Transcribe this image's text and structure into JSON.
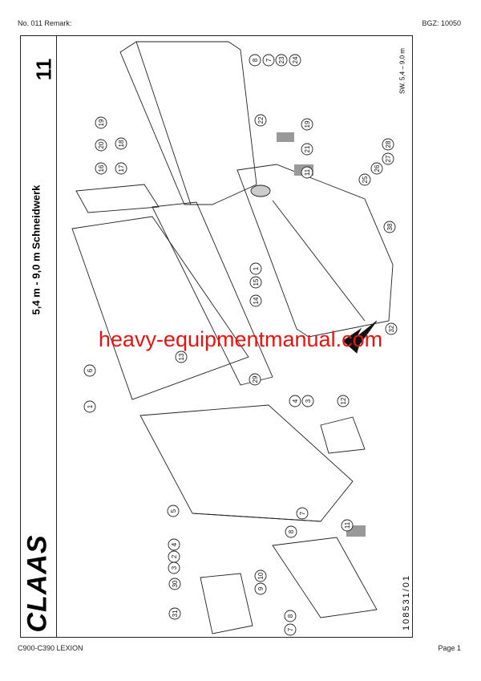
{
  "header": {
    "left": "No. 011   Remark:",
    "right": "BGZ: 10050"
  },
  "footer": {
    "left": "C900-C390 LEXION",
    "right": "Page 1"
  },
  "plate": {
    "number": "11",
    "title": "5,4 m - 9,0 m Schneidwerk",
    "range": "SW. 5,4 – 9,0 m",
    "drawing_no": "108531/01",
    "logo": "CLAAS"
  },
  "callouts": [
    "19",
    "20",
    "18",
    "16",
    "17",
    "8",
    "7",
    "23",
    "24",
    "22",
    "19",
    "21",
    "11",
    "28",
    "27",
    "26",
    "25",
    "38",
    "1",
    "15",
    "14",
    "6",
    "13",
    "29",
    "1",
    "4",
    "3",
    "12",
    "5",
    "4",
    "2",
    "3",
    "30",
    "31",
    "10",
    "9",
    "8",
    "7",
    "11",
    "8",
    "7",
    "32"
  ],
  "watermark": "heavy-equipmentmanual.com"
}
